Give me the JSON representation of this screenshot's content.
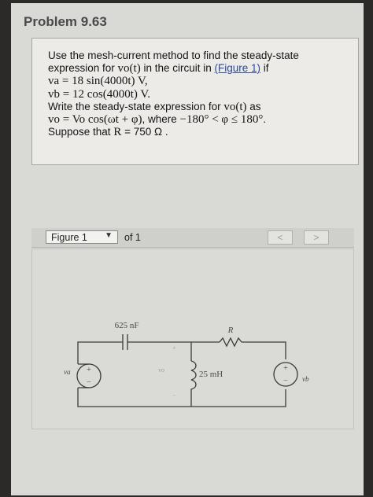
{
  "header": {
    "title": "Problem 9.63"
  },
  "problem": {
    "line1": "Use the mesh-current method to find the steady-state",
    "line2_pre": "expression for ",
    "line2_math": "vo(t)",
    "line2_mid": " in the circuit in ",
    "line2_link": "(Figure 1)",
    "line2_post": " if",
    "line3": "va = 18 sin(4000t) V,",
    "line4": "vb = 12 cos(4000t) V.",
    "line5_pre": "Write the steady-state expression for ",
    "line5_math": "vo(t)",
    "line5_post": " as",
    "line6_math": "vo = Vo cos(ωt + φ)",
    "line6_mid": ", where ",
    "line6_range": "−180° < φ ≤ 180°",
    "line6_post": ".",
    "line7_pre": "Suppose that ",
    "line7_math": "R",
    "line7_post": " = 750  Ω ."
  },
  "figure_nav": {
    "selected": "Figure 1",
    "of_label": "of 1",
    "prev": "<",
    "next": ">"
  },
  "circuit": {
    "capacitor_label": "625 nF",
    "resistor_label": "R",
    "inductor_label": "25 mH",
    "source_a_label": "va",
    "source_b_label": "vb",
    "node_label": "vo",
    "plus": "+",
    "minus": "−"
  }
}
